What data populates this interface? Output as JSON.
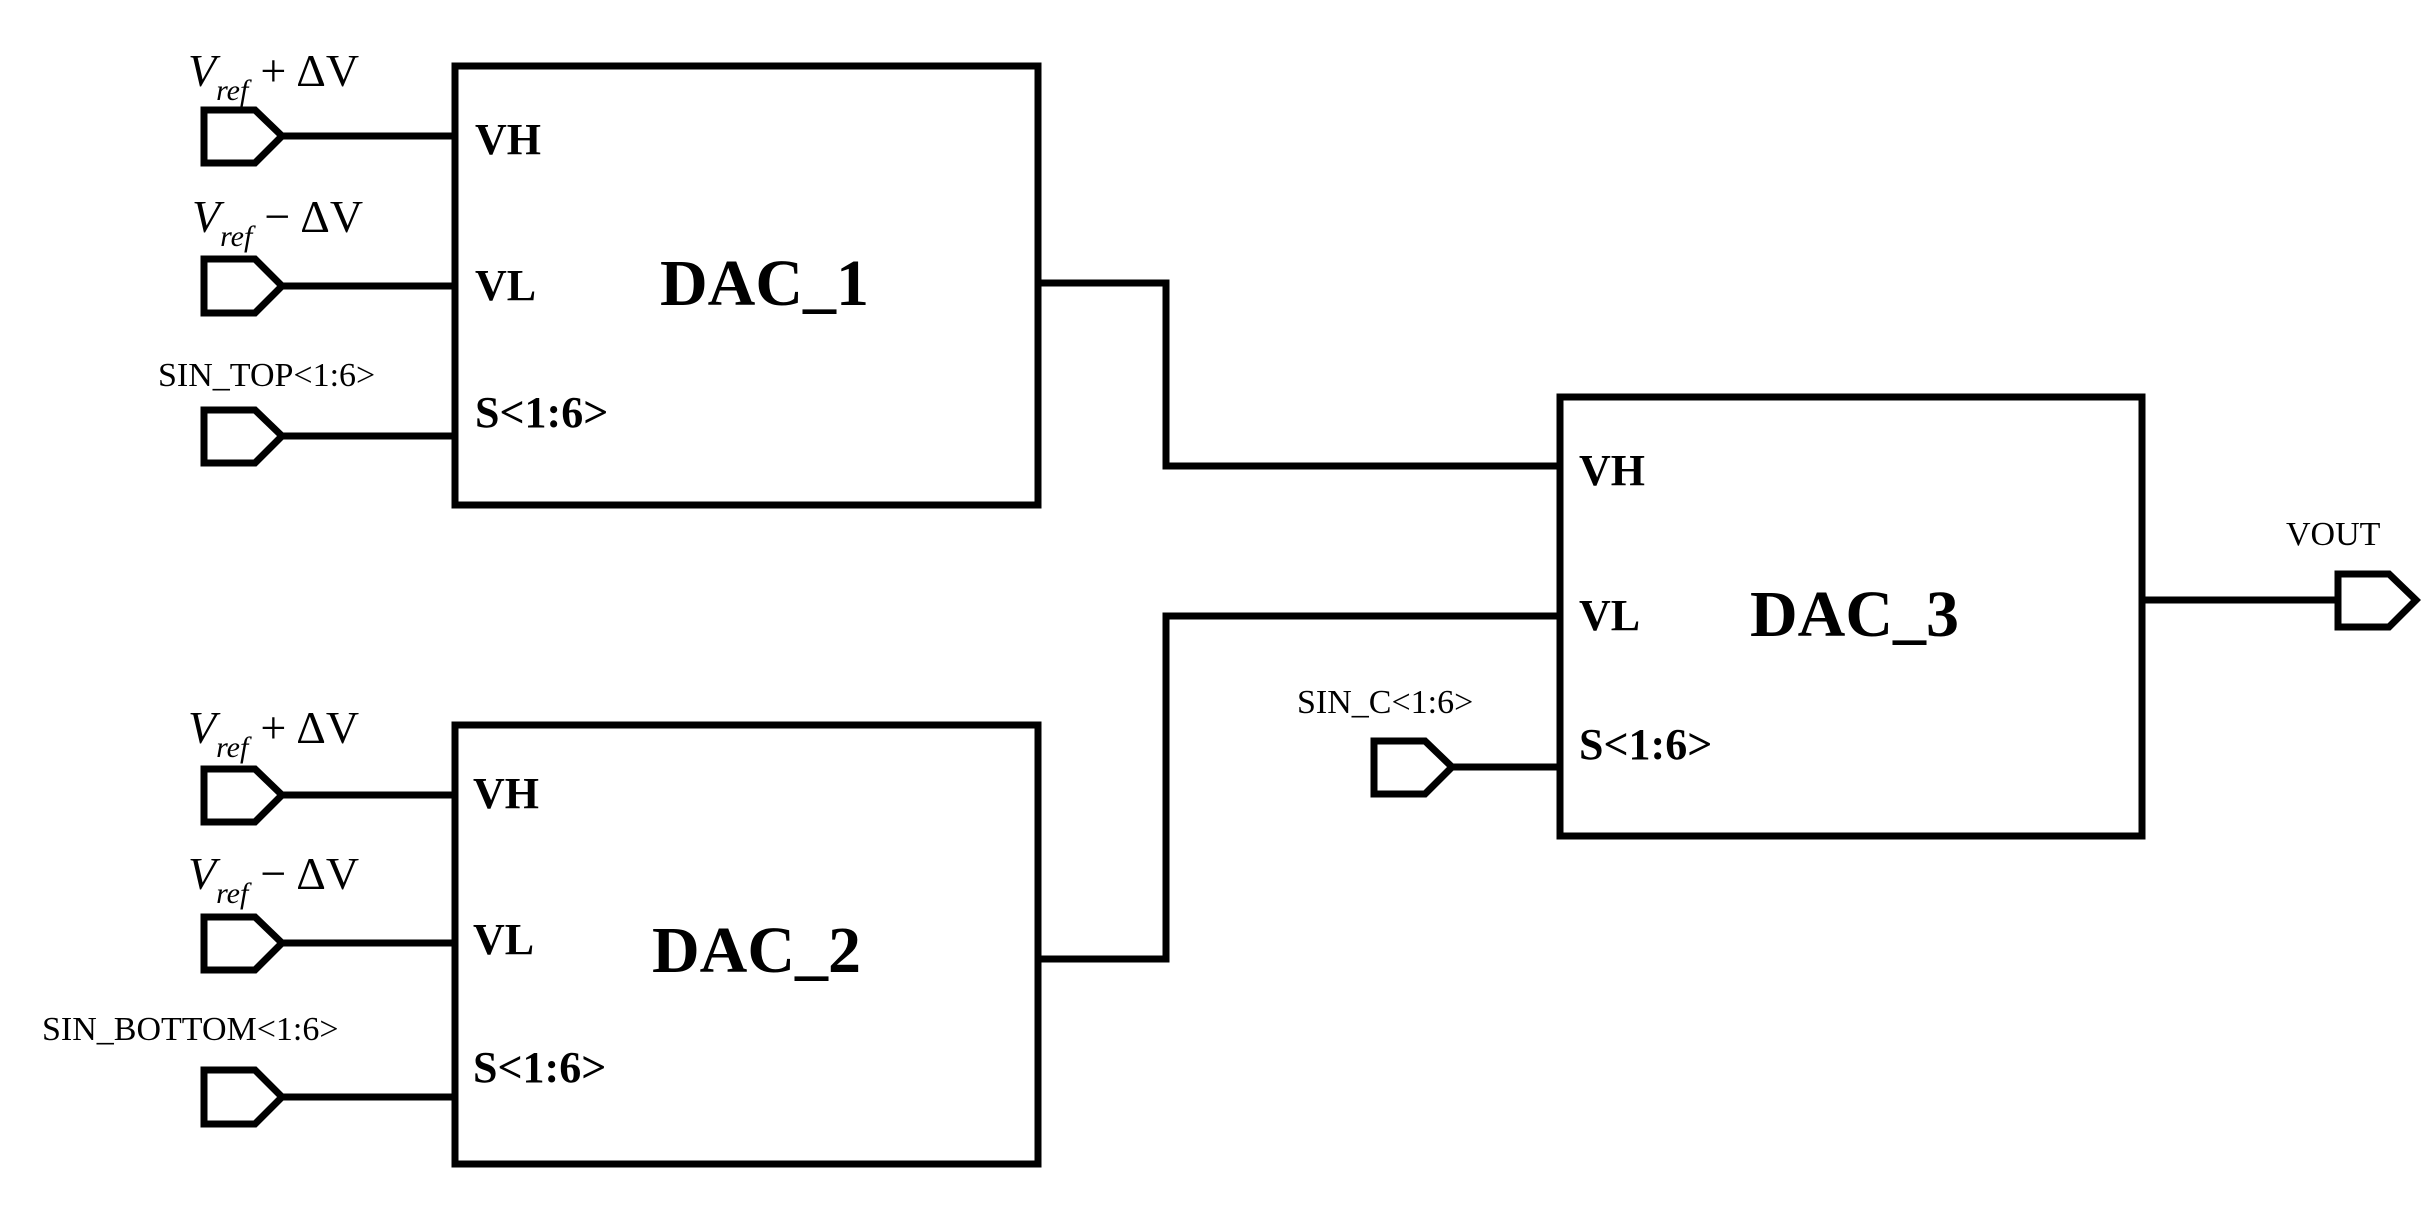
{
  "blocks": {
    "dac1": {
      "title": "DAC_1",
      "port_vh": "VH",
      "port_vl": "VL",
      "port_s": "S<1:6>"
    },
    "dac2": {
      "title": "DAC_2",
      "port_vh": "VH",
      "port_vl": "VL",
      "port_s": "S<1:6>"
    },
    "dac3": {
      "title": "DAC_3",
      "port_vh": "VH",
      "port_vl": "VL",
      "port_s": "S<1:6>"
    }
  },
  "inputs": {
    "dac1_vh": {
      "v": "V",
      "sub": "ref",
      "op": "+",
      "delta": "ΔV"
    },
    "dac1_vl": {
      "v": "V",
      "sub": "ref",
      "op": "−",
      "delta": "ΔV"
    },
    "dac1_s": "SIN_TOP<1:6>",
    "dac2_vh": {
      "v": "V",
      "sub": "ref",
      "op": "+",
      "delta": "ΔV"
    },
    "dac2_vl": {
      "v": "V",
      "sub": "ref",
      "op": "−",
      "delta": "ΔV"
    },
    "dac2_s": "SIN_BOTTOM<1:6>",
    "dac3_s": "SIN_C<1:6>"
  },
  "outputs": {
    "vout": "VOUT"
  }
}
